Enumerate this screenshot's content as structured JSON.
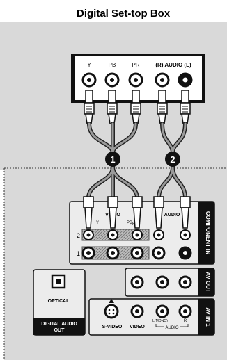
{
  "title": "Digital Set-top Box",
  "settop_ports": {
    "y": "Y",
    "pb": "PB",
    "pr": "PR",
    "audio": "(R) AUDIO (L)"
  },
  "steps": [
    "1",
    "2"
  ],
  "component_panel": {
    "row2": "2",
    "row1": "1",
    "video": "VIDEO",
    "audio": "AUDIO",
    "y": "Y",
    "pb": "PB",
    "pr": "PR",
    "side": "COMPONENT IN"
  },
  "av_out": {
    "side": "AV OUT"
  },
  "av_in": {
    "side": "AV IN 1",
    "svideo": "S-VIDEO",
    "video": "VIDEO",
    "l_mono": "L(MONO)",
    "r": "R",
    "audio": "AUDIO"
  },
  "optical": {
    "label": "OPTICAL",
    "sub1": "DIGITAL AUDIO",
    "sub2": "OUT"
  },
  "colors": {
    "background": "#d9d9d9",
    "panel": "#ececec",
    "port_dark": "#1a1a1a"
  }
}
